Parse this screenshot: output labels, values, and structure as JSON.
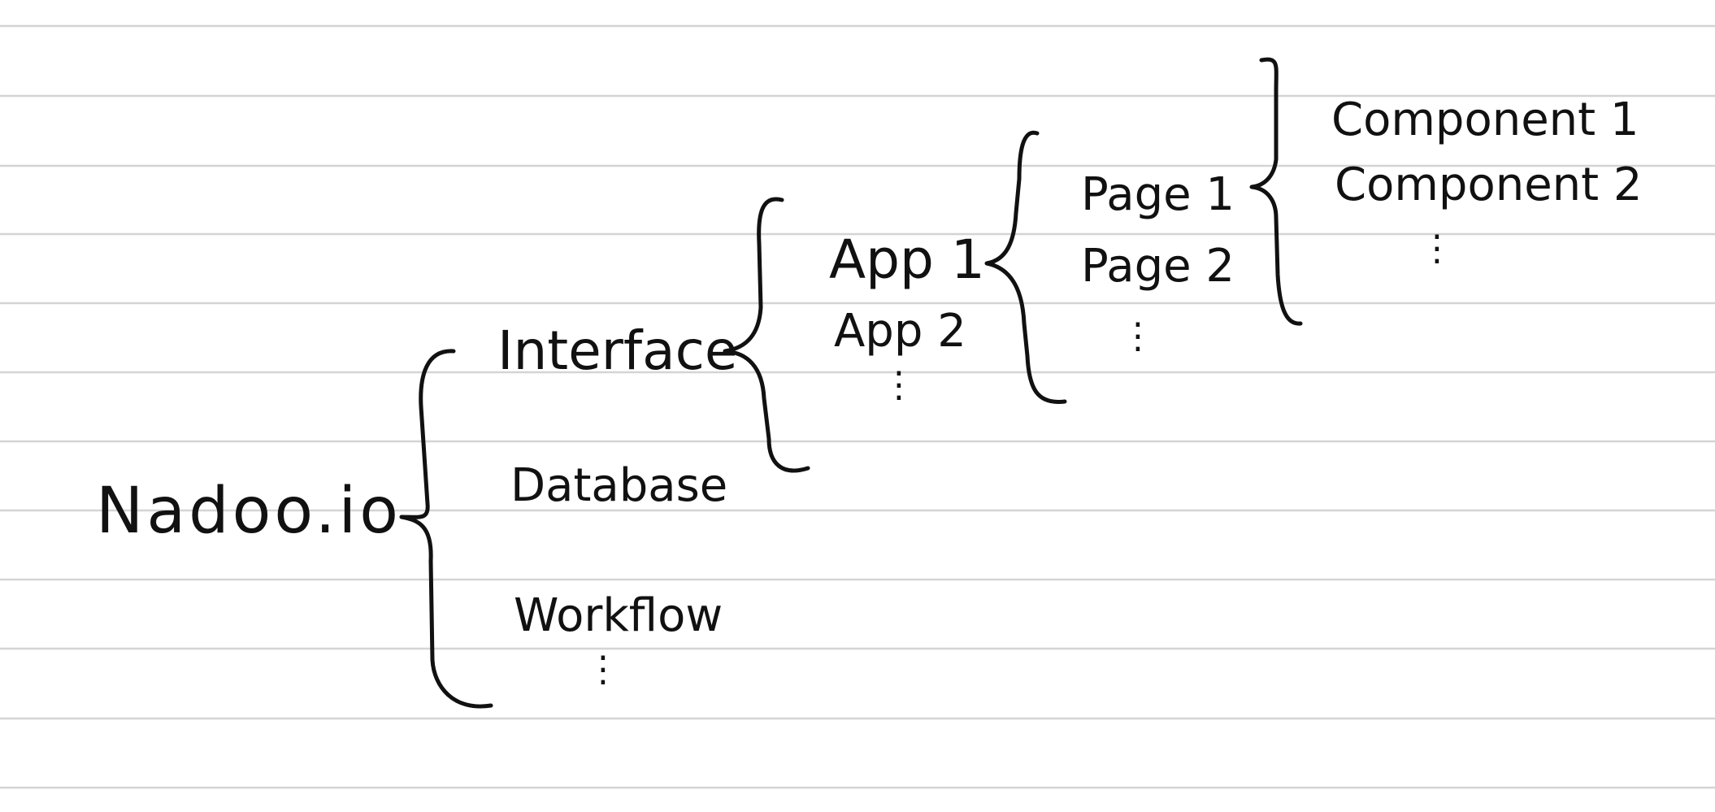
{
  "diagram": {
    "root": "Nadoo.io",
    "level1": {
      "items": [
        "Interface",
        "Database",
        "Workflow"
      ],
      "ellipsis": "⋮"
    },
    "level2": {
      "items": [
        "App 1",
        "App 2"
      ],
      "ellipsis": "⋮"
    },
    "level3": {
      "items": [
        "Page 1",
        "Page 2"
      ],
      "ellipsis": "⋮"
    },
    "level4": {
      "items": [
        "Component 1",
        "Component 2"
      ],
      "ellipsis": "⋮"
    }
  },
  "colors": {
    "ink": "#111111",
    "ruled_line": "#d4d4d4",
    "paper": "#ffffff"
  }
}
